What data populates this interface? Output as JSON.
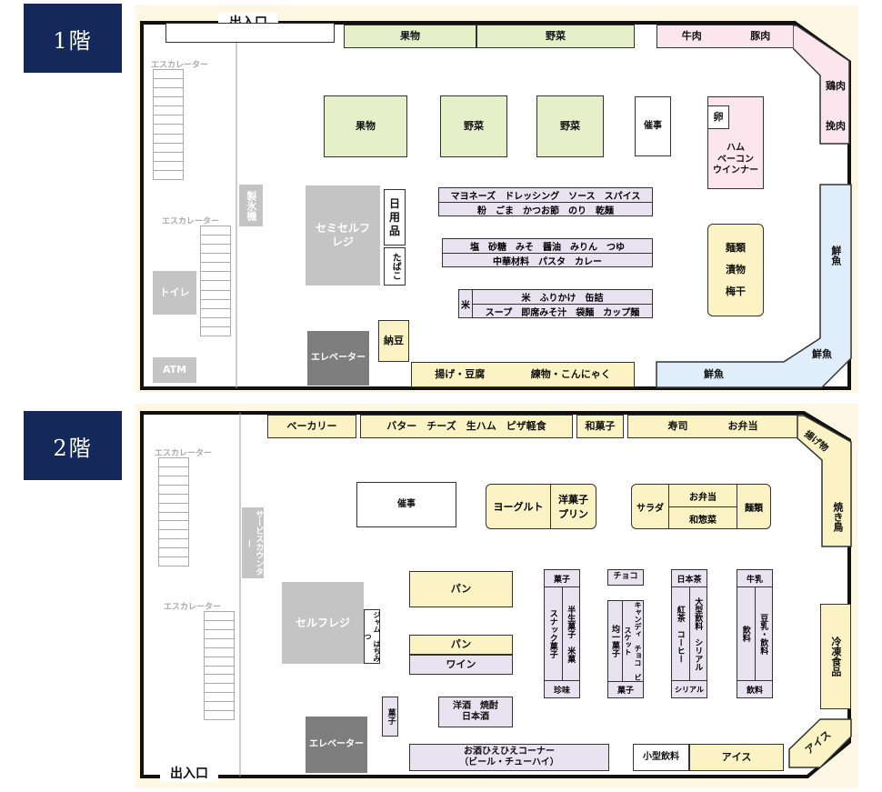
{
  "floor1": {
    "badge": "1階",
    "entrance": "出入口",
    "escalator_top": "エスカレーター",
    "escalator_mid": "エスカレーター",
    "ice_machine": "製氷機",
    "toilet": "トイレ",
    "atm": "ATM",
    "semiself": "セミセルフ\nレジ",
    "elevator": "エレベーター",
    "natto": "納豆",
    "fried_tofu": "揚げ・豆腐",
    "nerimono": "練物・こんにゃく",
    "fruit_top": "果物",
    "veg_top": "野菜",
    "beef": "牛肉",
    "pork": "豚肉",
    "chicken": "鶏肉",
    "minced": "挽肉",
    "fish_right": "鮮魚",
    "fish_corner": "鮮魚",
    "fish_bottom": "鮮魚",
    "island_fruit": "果物",
    "island_veg1": "野菜",
    "island_veg2": "野菜",
    "event": "催事",
    "egg": "卵",
    "ham": "ハム\nベーコン\nウインナー",
    "daily": "日\n用\n品",
    "tobacco": "たばこ",
    "shelf1_top": "マヨネーズ　ドレッシング　ソース　スパイス",
    "shelf1_bottom": "粉　ごま　かつお節　のり　乾麺",
    "shelf2_top": "塩　砂糖　みそ　醤油　みりん　つゆ",
    "shelf2_bottom": "中華材料　パスタ　カレー",
    "shelf3_side": "米",
    "shelf3_top": "米　ふりかけ　缶詰",
    "shelf3_bottom": "スープ　即席みそ汁　袋麺　カップ麺",
    "noodles": "麺類\n\n漬物\n\n梅干"
  },
  "floor2": {
    "badge": "2階",
    "entrance": "出入口",
    "escalator_top": "エスカレーター",
    "escalator_mid": "エスカレーター",
    "service": "サービスカウンター",
    "selfregi": "セルフレジ",
    "jam": "ジャム　はちみつ",
    "elevator": "エレベーター",
    "bakery": "ベーカリー",
    "butter": "バター　チーズ　生ハム　ピザ軽食",
    "wagashi": "和菓子",
    "sushi": "寿司　　　　お弁当",
    "agemono": "揚げ物",
    "yakitori": "焼き鳥",
    "frozen": "冷凍食品",
    "ice_corner": "アイス",
    "ice": "アイス",
    "small_drink": "小型飲料",
    "osake": "お酒ひえひえコーナー\n（ビール・チューハイ）",
    "event": "催事",
    "yogurt": "ヨーグルト",
    "yogashi": "洋菓子\nプリン",
    "salad": "サラダ",
    "bento": "お弁当",
    "souzai": "和惣菜",
    "menrui": "麺類",
    "pan1": "パン",
    "pan2": "パン",
    "wine": "ワイン",
    "yoshu": "洋酒　焼酎\n日本酒",
    "kashi_small": "菓子",
    "c1_top": "菓子",
    "c1_left": "スナック菓子",
    "c1_right": "半生菓子　米菓",
    "c1_bottom": "珍味",
    "c2_top": "チョコ",
    "c2_left": "均一菓子",
    "c2_right": "キャンディ　チョコ　ビスケット",
    "c2_bottom": "菓子",
    "c3_top": "日本茶",
    "c3_left": "紅茶　コーヒー",
    "c3_right": "大型飲料　シリアル",
    "c3_bottom": "シリアル",
    "c4_top": "牛乳",
    "c4_left": "飲料",
    "c4_right": "豆乳・飲料",
    "c4_bottom": "飲料"
  }
}
